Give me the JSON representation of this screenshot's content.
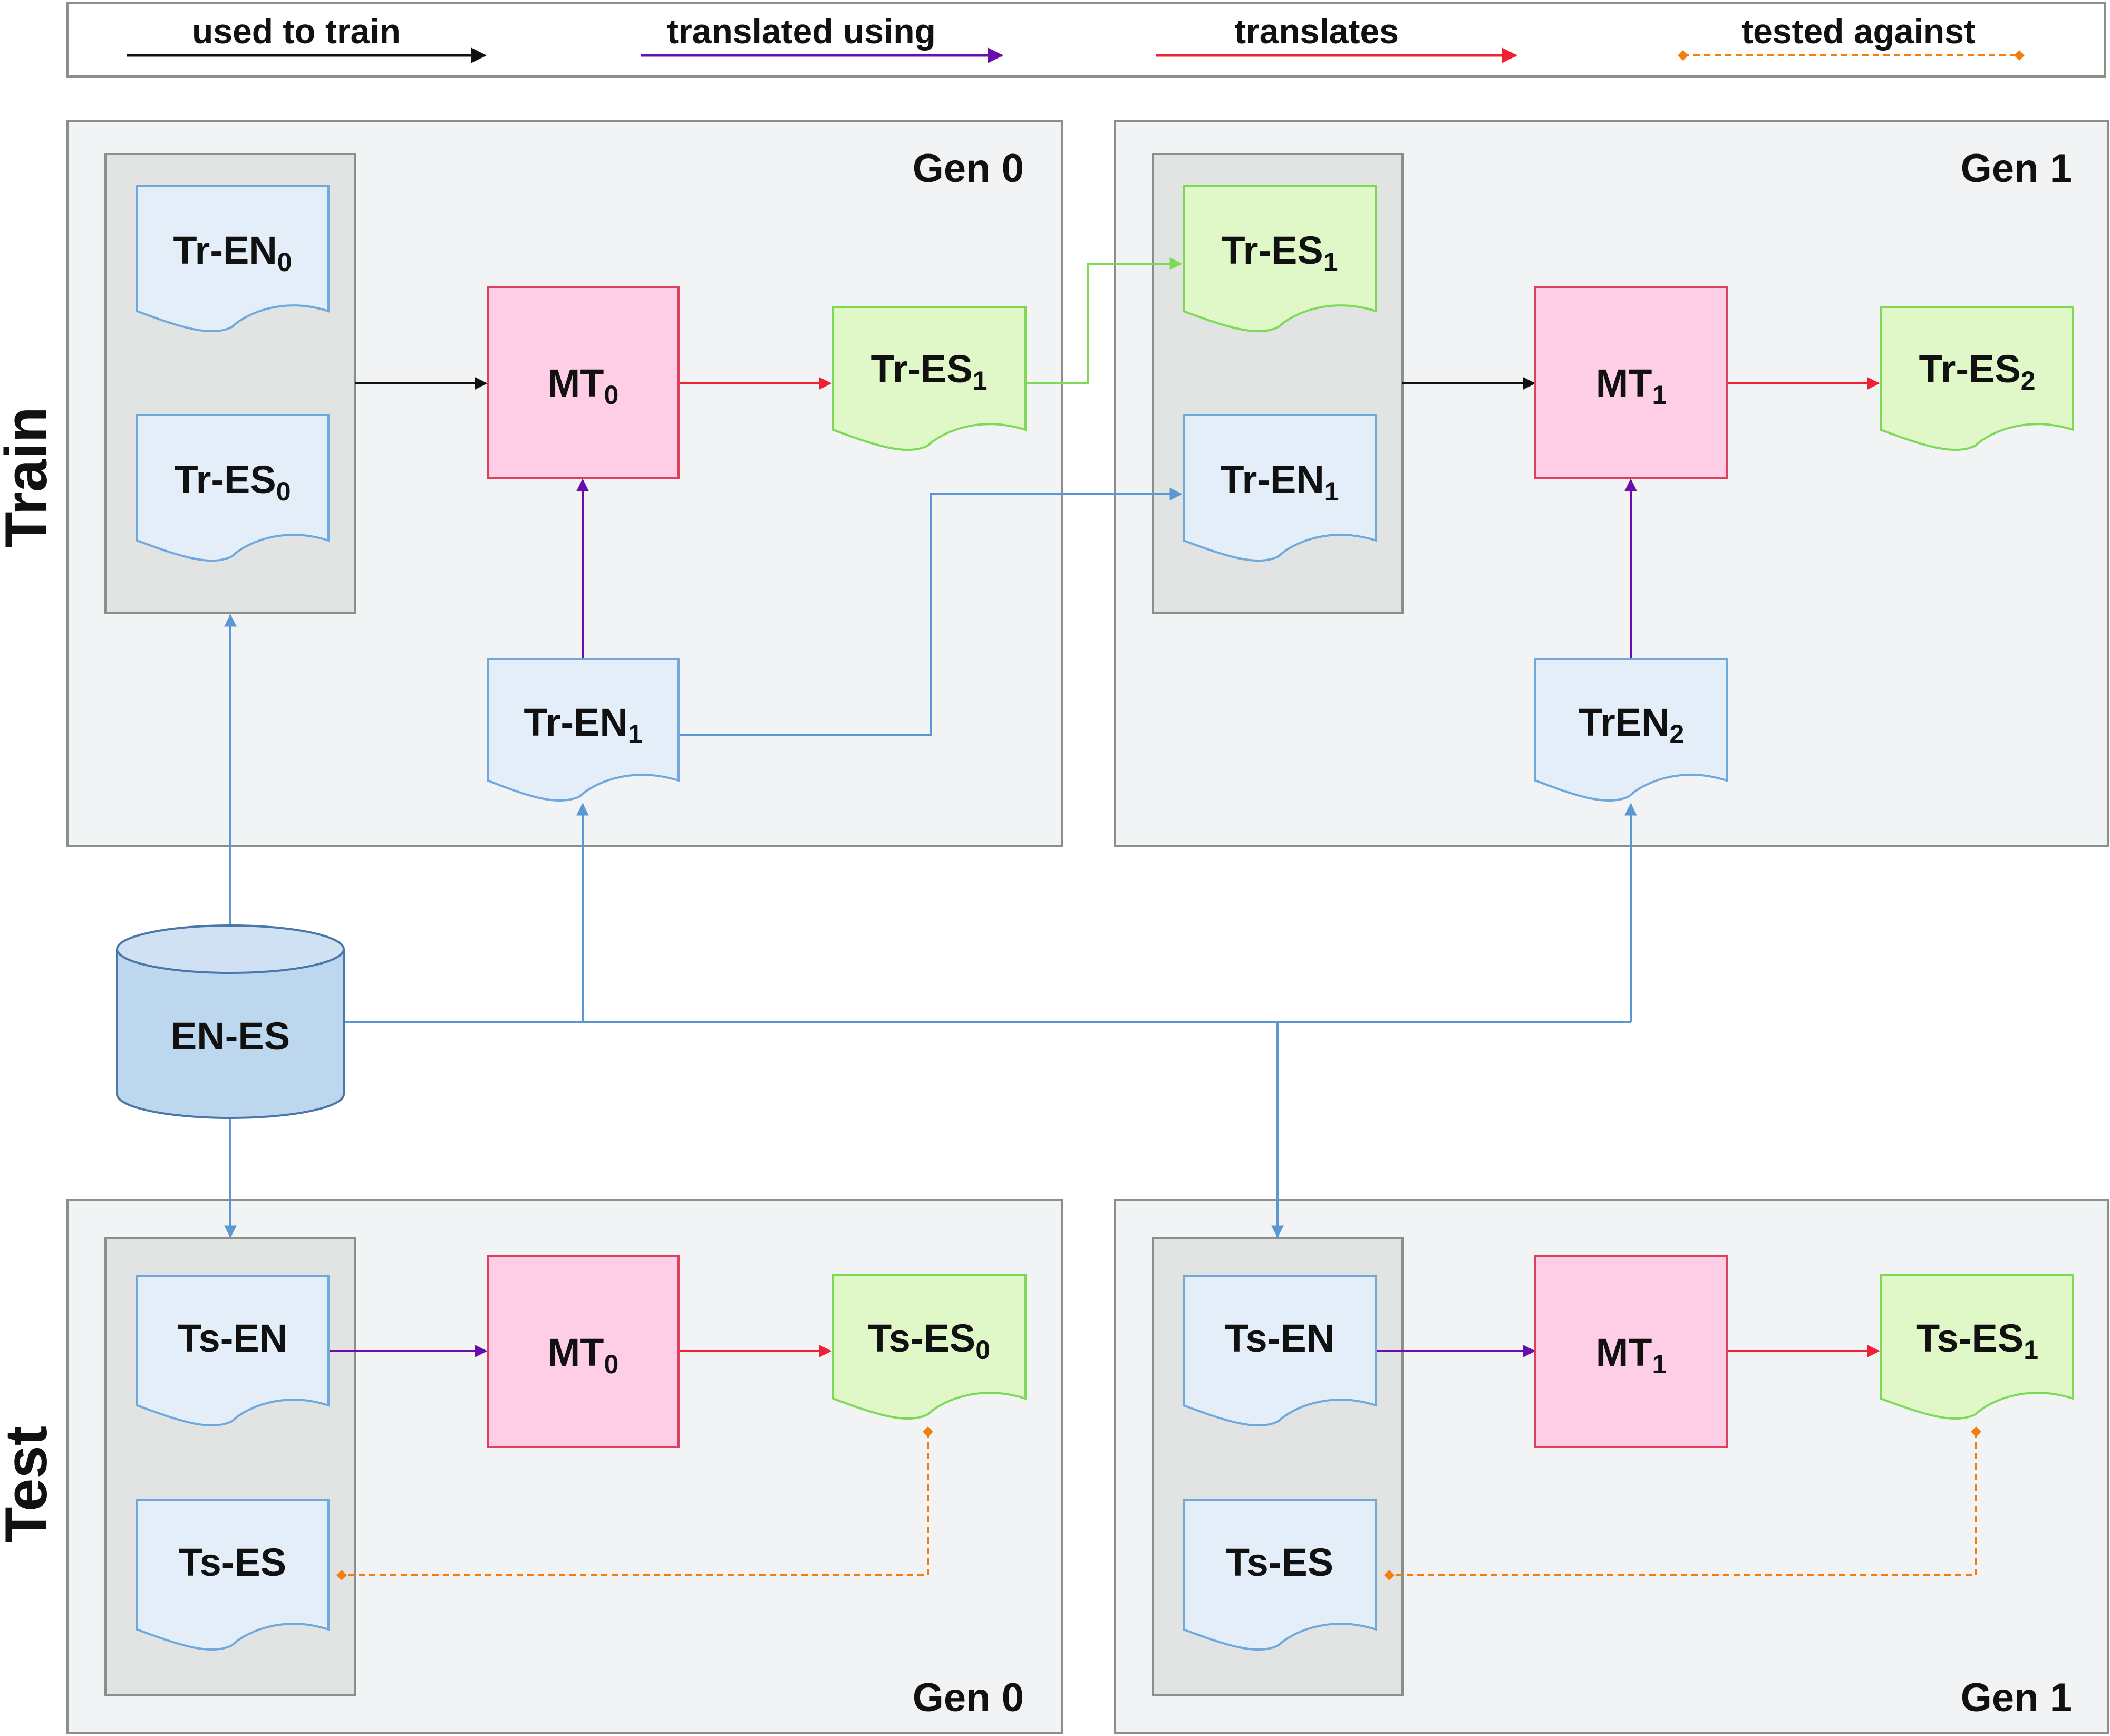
{
  "legend": {
    "used_to_train": "used to train",
    "translated_using": "translated using",
    "translates": "translates",
    "tested_against": "tested against"
  },
  "colors": {
    "train_arrow": "#111111",
    "translated_using_arrow": "#6a0dad",
    "translates_arrow": "#ee2233",
    "tested_against_arrow": "#f07f12",
    "data_arrow": "#5b97d2",
    "new_data_arrow": "#7ed957",
    "panel_fill": "#f2f3f4",
    "panel_stroke": "#8a8f8a",
    "group_fill": "#e1e4e2",
    "doc_blue_fill": "#e3eef8",
    "doc_blue_stroke": "#6fa8dc",
    "doc_green_fill": "#e0f7c8",
    "doc_green_stroke": "#7ed957",
    "mt_fill": "#fecde6",
    "mt_stroke": "#e0415a",
    "db_fill": "#bdd7ee",
    "db_stroke": "#4a76a8"
  },
  "side_labels": {
    "train": "Train",
    "test": "Test"
  },
  "panels": {
    "train_gen0": {
      "label": "Gen 0"
    },
    "train_gen1": {
      "label": "Gen 1"
    },
    "test_gen0": {
      "label": "Gen 0"
    },
    "test_gen1": {
      "label": "Gen 1"
    }
  },
  "database": {
    "label": "EN-ES"
  },
  "nodes": {
    "tr_en0": {
      "main": "Tr-EN",
      "sub": "0"
    },
    "tr_es0": {
      "main": "Tr-ES",
      "sub": "0"
    },
    "mt0": {
      "main": "MT",
      "sub": "0"
    },
    "tr_es1": {
      "main": "Tr-ES",
      "sub": "1"
    },
    "tr_en1": {
      "main": "Tr-EN",
      "sub": "1"
    },
    "g1_tr_es1": {
      "main": "Tr-ES",
      "sub": "1"
    },
    "g1_tr_en1": {
      "main": "Tr-EN",
      "sub": "1"
    },
    "mt1": {
      "main": "MT",
      "sub": "1"
    },
    "tr_es2": {
      "main": "Tr-ES",
      "sub": "2"
    },
    "tr_en2": {
      "main": "TrEN",
      "sub": "2"
    },
    "ts_en_g0": {
      "main": "Ts-EN",
      "sub": ""
    },
    "ts_es_g0": {
      "main": "Ts-ES",
      "sub": ""
    },
    "ts_mt0": {
      "main": "MT",
      "sub": "0"
    },
    "ts_es0": {
      "main": "Ts-ES",
      "sub": "0"
    },
    "ts_en_g1": {
      "main": "Ts-EN",
      "sub": ""
    },
    "ts_es_g1": {
      "main": "Ts-ES",
      "sub": ""
    },
    "ts_mt1": {
      "main": "MT",
      "sub": "1"
    },
    "ts_es1": {
      "main": "Ts-ES",
      "sub": "1"
    }
  }
}
